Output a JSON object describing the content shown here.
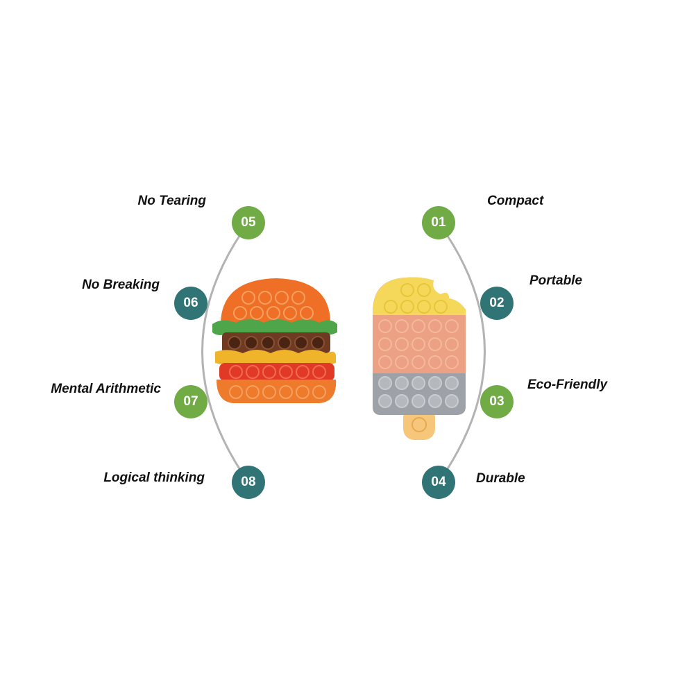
{
  "colors": {
    "green_badge": "#71ab45",
    "teal_badge": "#307476",
    "arc": "#b3b3b3",
    "label_text": "#111111"
  },
  "features_right": [
    {
      "number": "01",
      "label": "Compact",
      "color": "green"
    },
    {
      "number": "02",
      "label": "Portable",
      "color": "teal"
    },
    {
      "number": "03",
      "label": "Eco-Friendly",
      "color": "green"
    },
    {
      "number": "04",
      "label": "Durable",
      "color": "teal"
    }
  ],
  "features_left": [
    {
      "number": "05",
      "label": "No Tearing",
      "color": "green"
    },
    {
      "number": "06",
      "label": "No Breaking",
      "color": "teal"
    },
    {
      "number": "07",
      "label": "Mental Arithmetic",
      "color": "green"
    },
    {
      "number": "08",
      "label": "Logical thinking",
      "color": "teal"
    }
  ],
  "products": [
    {
      "name": "hamburger-pop-fidget-toy"
    },
    {
      "name": "popsicle-pop-fidget-toy"
    }
  ]
}
